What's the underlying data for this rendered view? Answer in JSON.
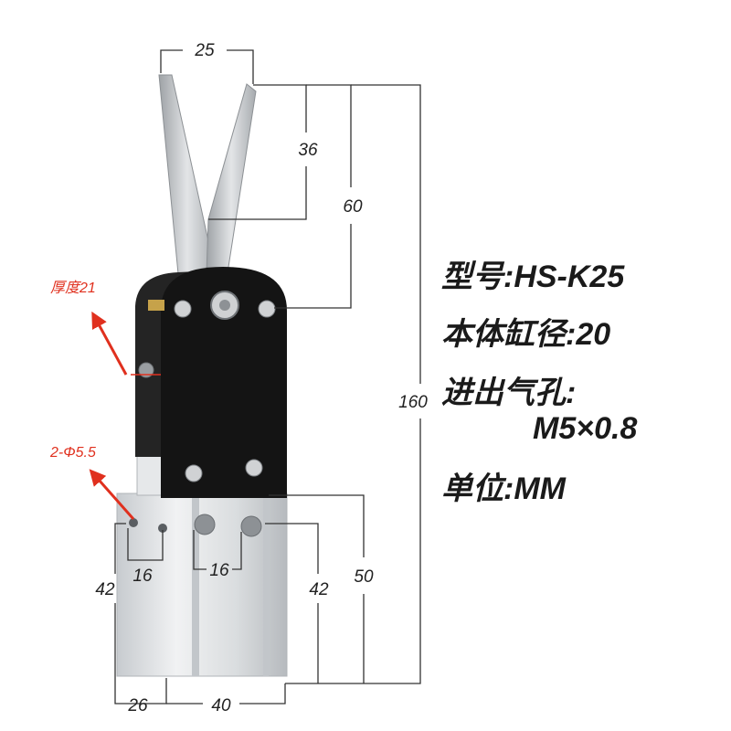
{
  "specs": {
    "model": "型号:HS-K25",
    "bore": "本体缸径:20",
    "port_label": "进出气孔:",
    "port_thread": "M5×0.8",
    "unit": "单位:MM"
  },
  "annotations": {
    "thickness": "厚度21",
    "holes": "2-Φ5.5"
  },
  "dimensions": {
    "top_width": "25",
    "blade_36": "36",
    "blade_60": "60",
    "total_160": "160",
    "body_50": "50",
    "left_42": "42",
    "right_42": "42",
    "hole_16_left": "16",
    "hole_16_right": "16",
    "bottom_26": "26",
    "bottom_40": "40"
  },
  "colors": {
    "annotation_red": "#e0301e",
    "dim_line": "#333333",
    "blade": "#b9bcbf",
    "head": "#141414",
    "body": "#dcdfe2"
  }
}
